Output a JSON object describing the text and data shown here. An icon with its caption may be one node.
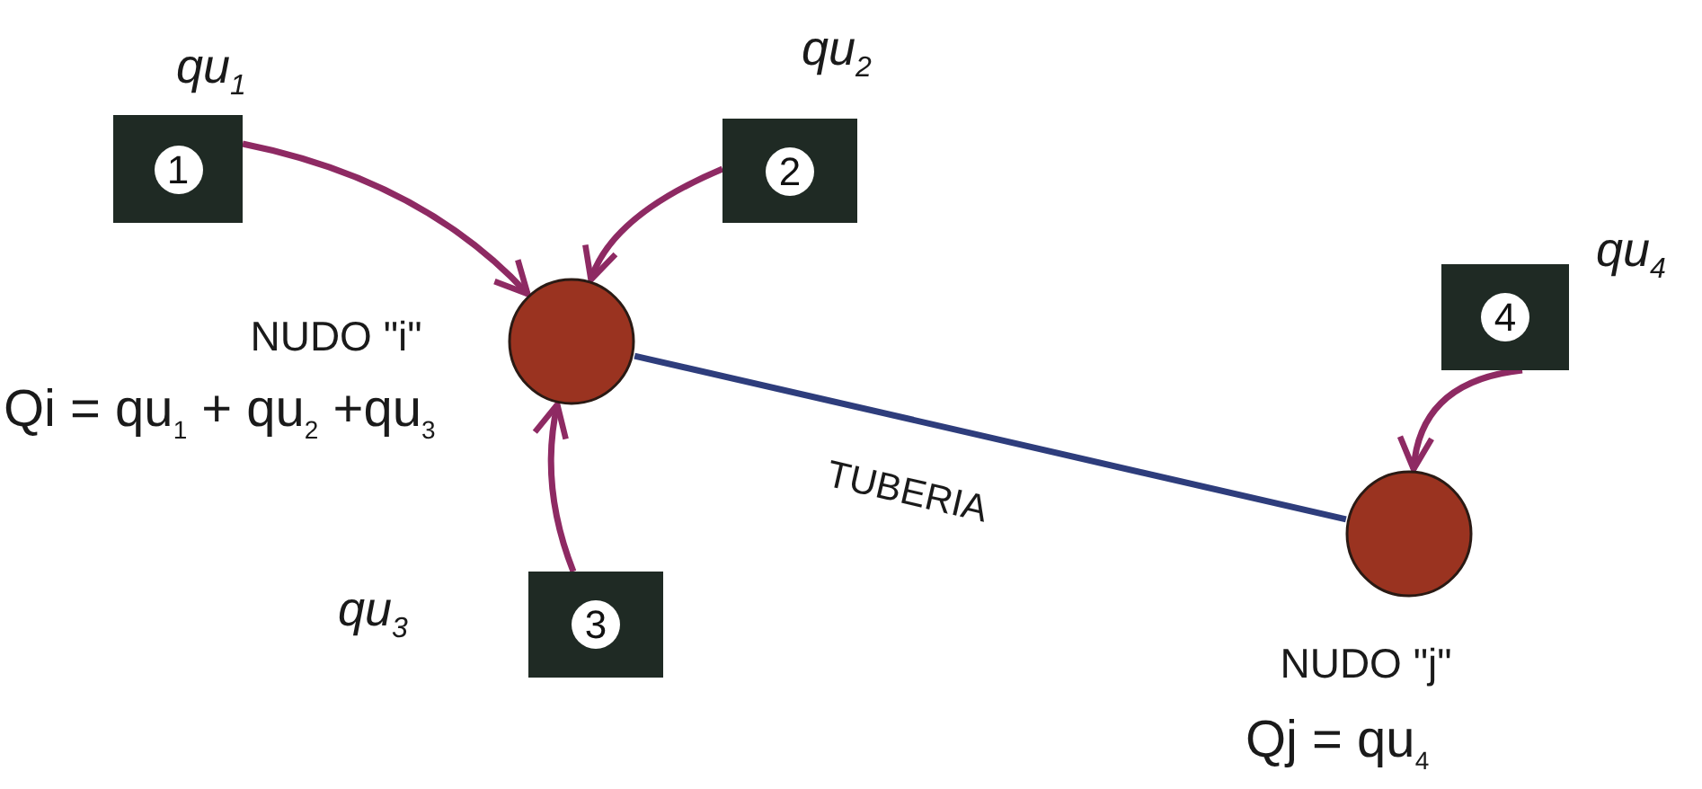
{
  "diagram": {
    "nodes": [
      {
        "text": [
          "1"
        ],
        "beside": [
          "qu$_{1}$"
        ]
      },
      {
        "text": [
          "2"
        ],
        "beside": [
          "qu$_{2}$"
        ]
      },
      {
        "text": [
          "4"
        ],
        "beside": [
          "qu$_{4}$"
        ]
      },
      {
        "text": [],
        "shape": "circle",
        "beside": [
          "NUDO \"i\"",
          "Qi = qu$_{1}$ + qu$_{2}$ +qu$_{3}$"
        ]
      },
      {
        "text": [
          "3"
        ],
        "beside": [
          "qu$_{3}$"
        ]
      },
      {
        "text": [],
        "shape": "circle",
        "beside": [
          "NUDO \"j\"",
          "Qj = qu$_{4}$"
        ]
      }
    ],
    "edges": [
      {
        "from": 0,
        "to": 3,
        "arrow": "to"
      },
      {
        "from": 1,
        "to": 3,
        "arrow": "to"
      },
      {
        "from": 4,
        "to": 3,
        "arrow": "to"
      },
      {
        "from": 2,
        "to": 5,
        "arrow": "to"
      },
      {
        "from": 3,
        "to": 5,
        "arrow": "none",
        "label": "TUBERIA",
        "color": "#2e3d7c"
      }
    ]
  }
}
